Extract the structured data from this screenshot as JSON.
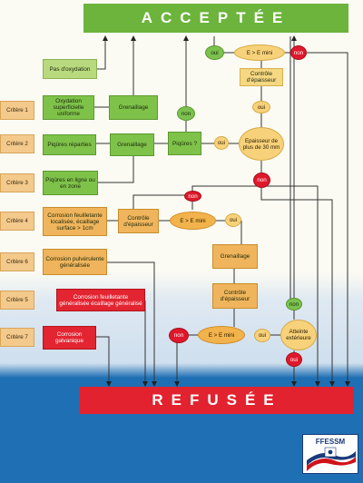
{
  "accepted_banner": "ACCEPTÉE",
  "refused_banner": "REFUSÉE",
  "logo_text": "FFESSM",
  "criteria": [
    "Critère 1",
    "Critère 2",
    "Critère 3",
    "Critère 4",
    "Critère 6",
    "Critère 5",
    "Critère 7"
  ],
  "boxes": {
    "no_oxidation": "Pas d'oxydation",
    "oxidation_uniform": "Oxydation superficielle uniforme",
    "grenaillage_1": "Grenaillage",
    "piqures_reparties": "Piqûres réparties",
    "grenaillage_2": "Grenaillage",
    "piqures_q": "Piqûres ?",
    "piqures_ligne": "Piqûres en ligne ou en zone",
    "corrosion_feuilletante_localisee": "Corrosion feuilletante localisée, écaillage surface > 1cm",
    "controle_epaisseur_1": "Contrôle d'épaisseur",
    "corrosion_pulverulente": "Corrosion pulvérulente généralisée",
    "grenaillage_3": "Grenaillage",
    "controle_epaisseur_2": "Contrôle d'épaisseur",
    "corrosion_feuilletante_generalisee": "Corrosion feuilletante généralisée écaillage généralisé",
    "corrosion_galvanique": "Corrosion galvanique",
    "controle_epaisseur_top": "Contrôle d'épaisseur"
  },
  "ovals": {
    "oui_top": "oui",
    "e_emini_top": "E > E mini",
    "non_top": "non",
    "oui_mid": "oui",
    "non_left": "non",
    "oui_piqures": "oui",
    "epaisseur_30": "Epaisseur de plus de 30 mm",
    "non_30": "non",
    "non_c4": "non",
    "e_emini_c4": "E > E mini",
    "oui_c4": "oui",
    "non_bottom": "non",
    "e_emini_bottom": "E > E mini",
    "oui_bottom": "oui",
    "atteinte": "Atteinte extérieure",
    "non_atteinte": "non",
    "oui_atteinte": "oui"
  }
}
